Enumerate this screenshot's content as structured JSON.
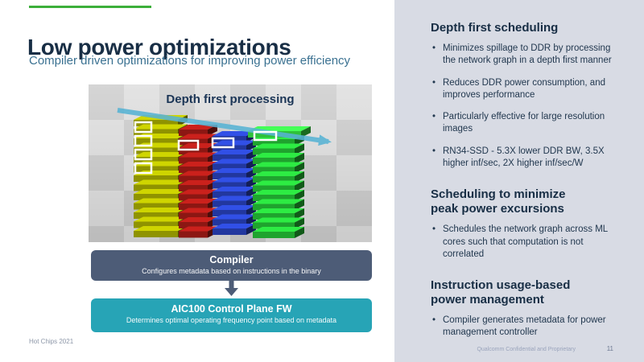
{
  "slide": {
    "title": "Low power optimizations",
    "subtitle": "Compiler driven optimizations for improving power efficiency",
    "footer_left": "Hot Chips 2021",
    "footer_right": "Qualcomm Confidential and Proprietary",
    "page_number": "11",
    "accent_color": "#3caf3a",
    "title_color": "#182e45",
    "subtitle_color": "#3a7191",
    "right_panel_bg": "#d8dbe4"
  },
  "diagram": {
    "viewport_title": "Depth first processing",
    "scene": {
      "colors": {
        "olive": "#8f9300",
        "red": "#8c1713",
        "blue": "#22379f",
        "green": "#1fa32e",
        "green_plate": "#2fc13b",
        "arrow": "#57b3d4"
      }
    },
    "compiler_box": {
      "title": "Compiler",
      "subtitle": "Configures metadata based on instructions in the binary",
      "bg": "#4d5c77"
    },
    "fw_box": {
      "title": "AIC100 Control Plane FW",
      "subtitle": "Determines optimal operating frequency point based on metadata",
      "bg": "#27a4b6"
    }
  },
  "right_panel": {
    "sections": [
      {
        "heading": "Depth first scheduling",
        "bullets": [
          "Minimizes spillage to DDR by processing the network graph in a depth first manner",
          "Reduces DDR power consumption, and improves performance",
          "Particularly effective for large resolution images",
          "RN34-SSD - 5.3X lower DDR BW, 3.5X higher inf/sec, 2X higher inf/sec/W"
        ]
      },
      {
        "heading": "Scheduling to minimize peak power excursions",
        "bullets": [
          "Schedules the network graph across ML cores such that computation is not correlated"
        ]
      },
      {
        "heading": "Instruction usage-based power management",
        "bullets": [
          "Compiler generates metadata for power management controller"
        ]
      }
    ]
  }
}
